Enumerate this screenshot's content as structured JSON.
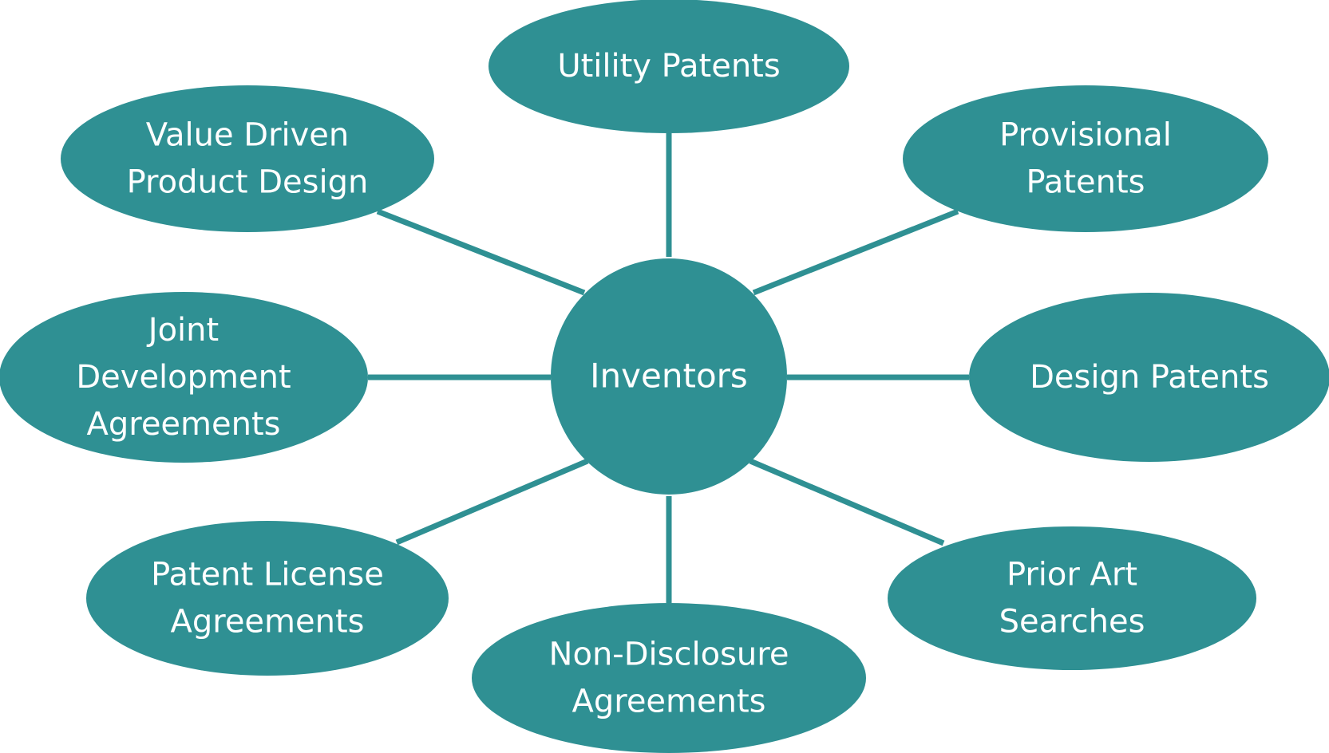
{
  "colors": {
    "node_fill": "#2f9093",
    "connector": "#2f9093",
    "text": "#ffffff",
    "background": "#ffffff"
  },
  "center": {
    "label": "Inventors"
  },
  "nodes": [
    {
      "id": "utility-patents",
      "lines": [
        "Utility Patents"
      ]
    },
    {
      "id": "provisional-patents",
      "lines": [
        "Provisional",
        "Patents"
      ]
    },
    {
      "id": "design-patents",
      "lines": [
        "Design Patents"
      ]
    },
    {
      "id": "prior-art-searches",
      "lines": [
        "Prior Art",
        "Searches"
      ]
    },
    {
      "id": "non-disclosure-agreements",
      "lines": [
        "Non-Disclosure",
        "Agreements"
      ]
    },
    {
      "id": "patent-license-agreements",
      "lines": [
        "Patent License",
        "Agreements"
      ]
    },
    {
      "id": "joint-development-agreements",
      "lines": [
        "Joint",
        "Development",
        "Agreements"
      ]
    },
    {
      "id": "value-driven-product-design",
      "lines": [
        "Value Driven",
        "Product Design"
      ]
    }
  ]
}
